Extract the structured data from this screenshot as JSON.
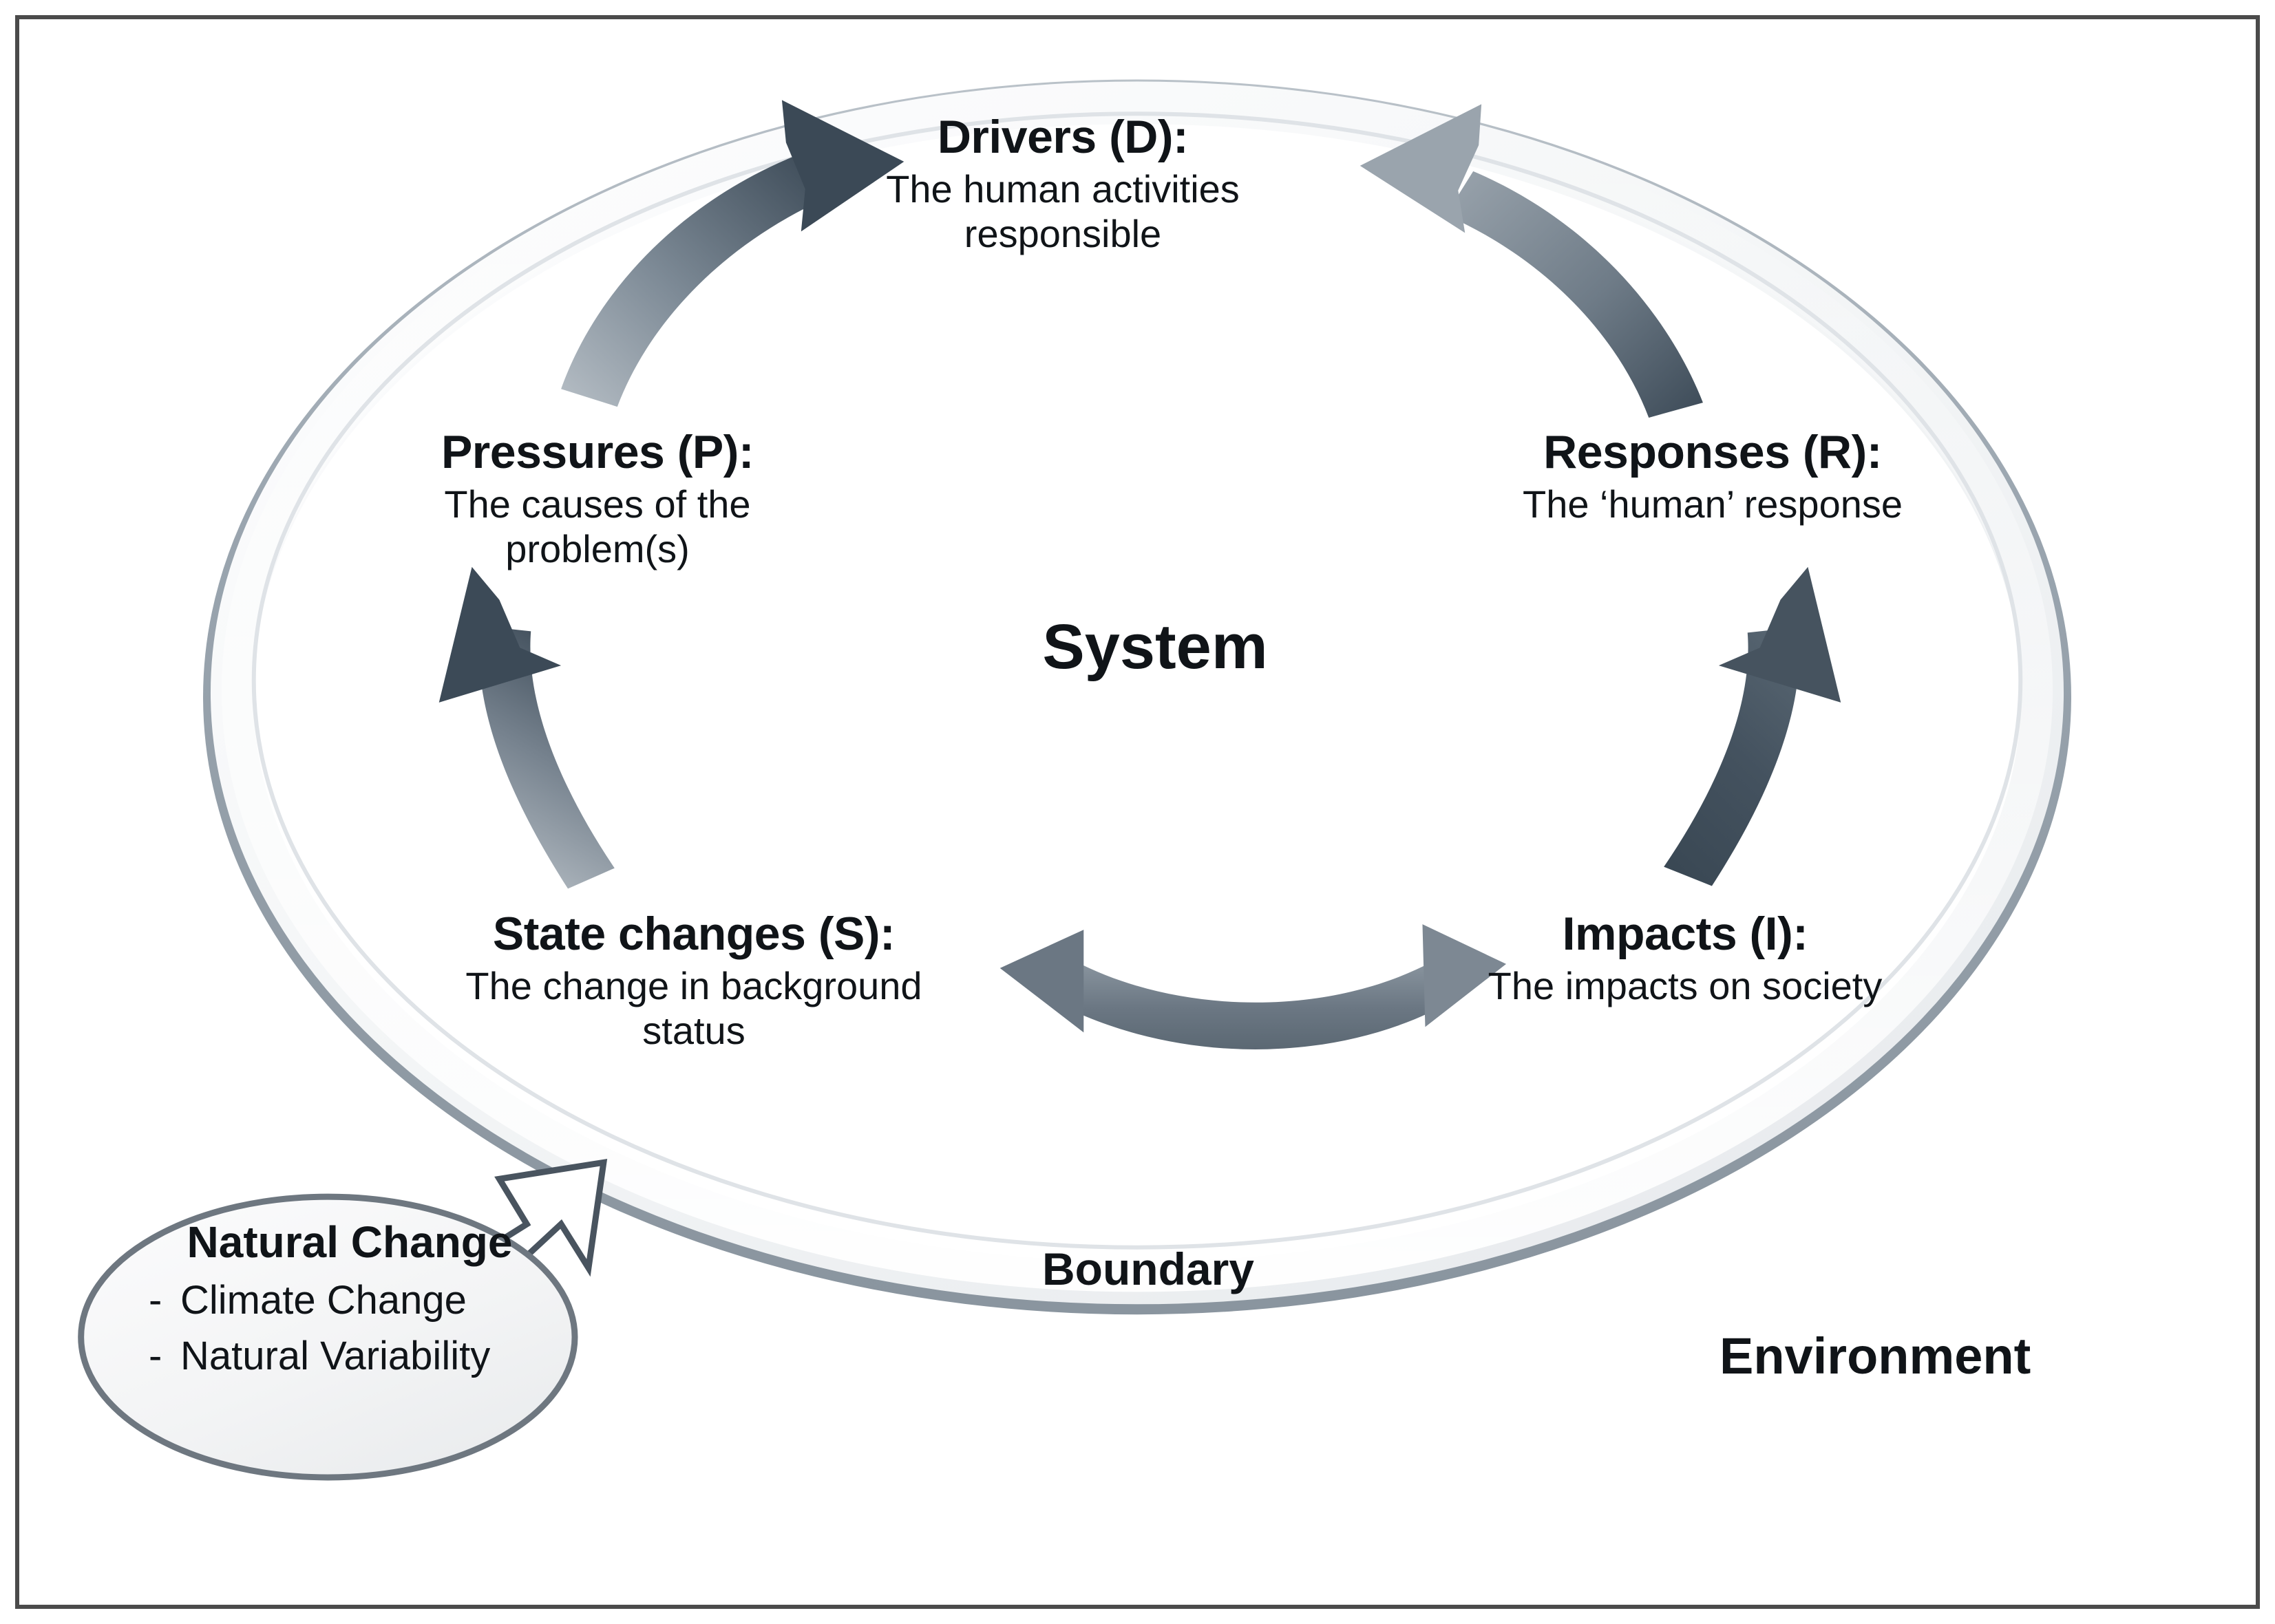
{
  "diagram": {
    "title_center": "System",
    "boundary_label": "Boundary",
    "environment_label": "Environment",
    "colors": {
      "frame_border": "#4b4b4b",
      "ring_outer_edge": "#8e99a4",
      "ring_inner_band": "#f1f3f5",
      "arrow_dark": "#3d4a56",
      "arrow_light": "#b4bcc3",
      "arrow_mid": "#6b7884",
      "text": "#101418",
      "ellipse_stroke": "#6e7780",
      "ellipse_fill": "#f4f5f6"
    },
    "nodes": [
      {
        "id": "drivers",
        "title": "Drivers (D):",
        "desc": "The human activities responsible"
      },
      {
        "id": "pressures",
        "title": "Pressures (P):",
        "desc": "The causes of the problem(s)"
      },
      {
        "id": "responses",
        "title": "Responses (R):",
        "desc": "The ‘human’ response"
      },
      {
        "id": "state-changes",
        "title": "State changes (S):",
        "desc": "The change in background status"
      },
      {
        "id": "impacts",
        "title": "Impacts (I):",
        "desc": "The impacts on society"
      }
    ],
    "natural_change": {
      "title": "Natural Change",
      "dash": "-",
      "items": [
        "Climate Change",
        "Natural Variability"
      ]
    },
    "arrows": [
      {
        "id": "pressures-to-drivers",
        "from": "Pressures (P)",
        "to": "Drivers (D)",
        "style": "single-head-curved"
      },
      {
        "id": "responses-to-drivers",
        "from": "Responses (R)",
        "to": "Drivers (D)",
        "style": "single-head-curved"
      },
      {
        "id": "state-to-pressures",
        "from": "State changes (S)",
        "to": "Pressures (P)",
        "style": "single-head-curved"
      },
      {
        "id": "impacts-to-responses",
        "from": "Impacts (I)",
        "to": "Responses (R)",
        "style": "single-head-curved"
      },
      {
        "id": "state-impacts-bidirectional",
        "from": "State changes (S)",
        "to": "Impacts (I)",
        "style": "double-head-curved"
      },
      {
        "id": "natural-change-to-state",
        "from": "Natural Change",
        "to": "State changes (S)",
        "style": "outlined-block-arrow"
      }
    ]
  }
}
